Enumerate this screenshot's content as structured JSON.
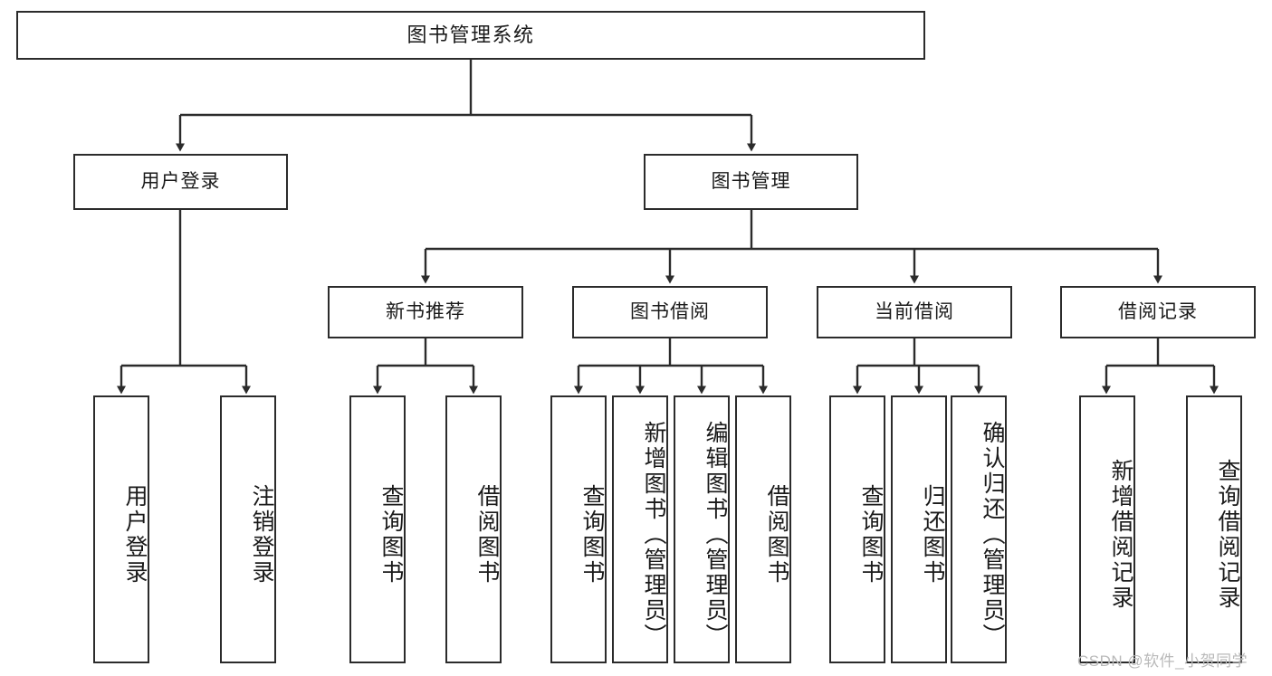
{
  "diagram": {
    "title": "图书管理系统",
    "type": "tree-hierarchy",
    "stroke_color": "#2b2b2b",
    "background_color": "#ffffff",
    "watermark": "CSDN @软件_小贺同学"
  },
  "nodes": {
    "root": {
      "label": "图书管理系统"
    },
    "level2": [
      {
        "label": "用户登录"
      },
      {
        "label": "图书管理"
      }
    ],
    "level3": [
      {
        "label": "新书推荐"
      },
      {
        "label": "图书借阅"
      },
      {
        "label": "当前借阅"
      },
      {
        "label": "借阅记录"
      }
    ],
    "leaves": {
      "user_login": [
        {
          "label": "用户登录"
        },
        {
          "label": "注销登录"
        }
      ],
      "new_book_recommend": [
        {
          "label": "查询图书"
        },
        {
          "label": "借阅图书"
        }
      ],
      "book_borrow": [
        {
          "label": "查询图书"
        },
        {
          "label": "新增图书（管理员）"
        },
        {
          "label": "编辑图书（管理员）"
        },
        {
          "label": "借阅图书"
        }
      ],
      "current_borrow": [
        {
          "label": "查询图书"
        },
        {
          "label": "归还图书"
        },
        {
          "label": "确认归还（管理员）"
        }
      ],
      "borrow_record": [
        {
          "label": "新增借阅记录"
        },
        {
          "label": "查询借阅记录"
        }
      ]
    }
  }
}
